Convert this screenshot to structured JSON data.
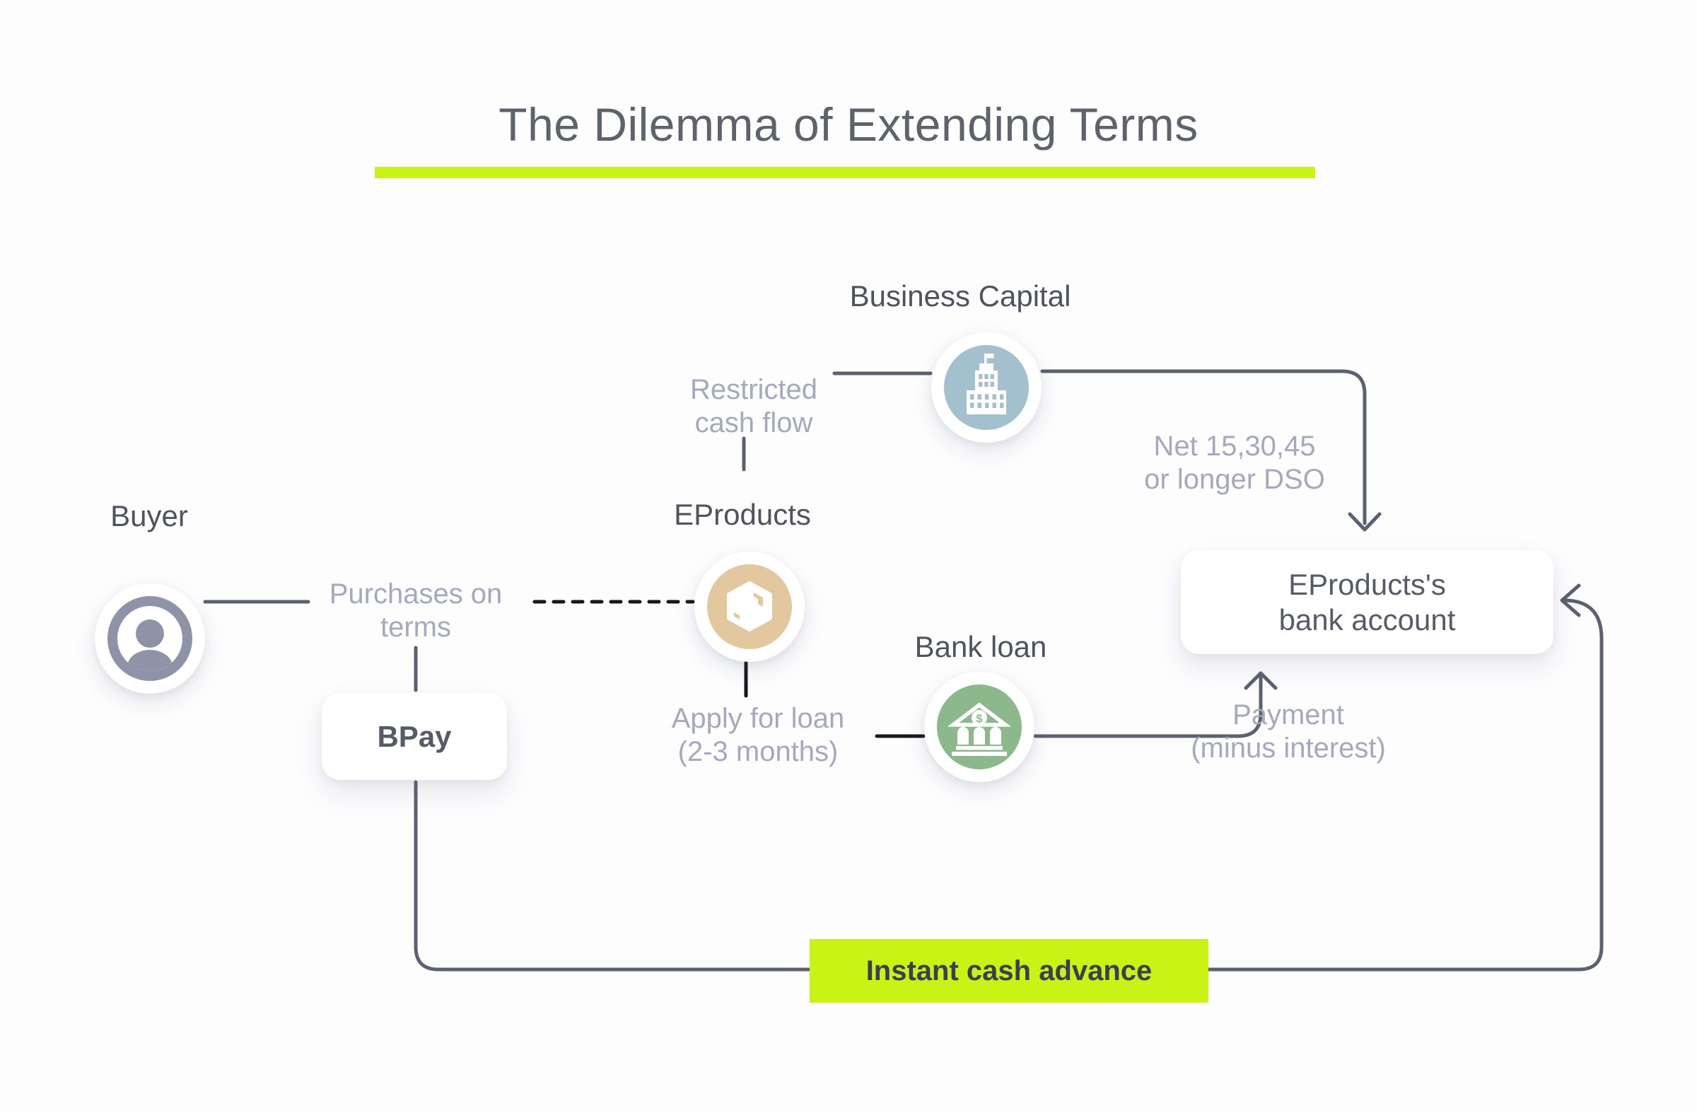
{
  "title": {
    "text": "The Dilemma of Extending Terms"
  },
  "nodes": {
    "business_capital": {
      "label": "Business Capital",
      "icon": "building-icon",
      "color": "#a3c0ce"
    },
    "buyer": {
      "label": "Buyer",
      "icon": "person-icon",
      "color": "#8e93a8"
    },
    "eproducts": {
      "label": "EProducts",
      "icon": "package-icon",
      "color": "#e3c79f"
    },
    "bank_loan": {
      "label": "Bank loan",
      "icon": "bank-icon",
      "color": "#8cb98b"
    }
  },
  "cards": {
    "eproducts_bank_account": {
      "line1": "EProducts's",
      "line2": "bank account"
    },
    "bpay": {
      "label": "BPay"
    }
  },
  "edge_labels": {
    "restricted_cash_flow": [
      "Restricted",
      "cash flow"
    ],
    "net_terms": [
      "Net 15,30,45",
      "or longer DSO"
    ],
    "purchases_on_terms": [
      "Purchases on",
      "terms"
    ],
    "apply_for_loan": [
      "Apply for loan",
      "(2-3 months)"
    ],
    "payment": [
      "Payment",
      "(minus interest)"
    ]
  },
  "badge": {
    "label": "Instant cash advance",
    "color": "#c9f215"
  },
  "colors": {
    "accent_lime": "#c9f215",
    "connector_gray": "#5b6170",
    "connector_black": "#17181c",
    "muted_label": "#a4a9bd",
    "dark_text": "#4e535f",
    "background": "#fdfdfe"
  }
}
